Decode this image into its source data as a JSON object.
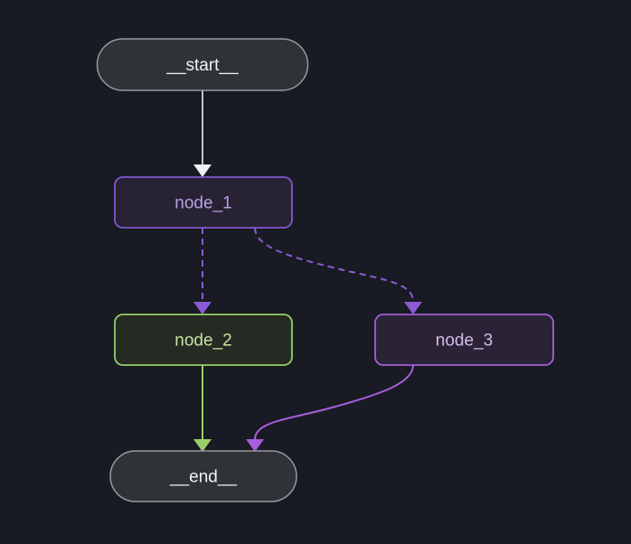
{
  "colors": {
    "background": "#181b23",
    "node-default-fill": "#2f3237",
    "node-default-border": "#97999e",
    "node-default-text": "#f2f3f5",
    "purple-fill": "#272334",
    "purple-border": "#8157d1",
    "purple-text": "#b7a0e3",
    "green-fill": "#252b22",
    "green-border": "#97ce68",
    "green-text": "#c6e4a2",
    "magenta-fill": "#2a2336",
    "magenta-border": "#a65ddb",
    "magenta-text": "#d6bbea",
    "edge-white": "#c2c5c9",
    "arrow-white": "#f1f2f4",
    "edge-purple": "#8b5ad5",
    "edge-green": "#9bce66",
    "edge-magenta": "#a85ddb"
  },
  "diagram": {
    "type": "state-graph",
    "nodes": [
      {
        "id": "__start__",
        "label": "__start__",
        "shape": "pill",
        "style": "default"
      },
      {
        "id": "node_1",
        "label": "node_1",
        "shape": "rect",
        "style": "purple"
      },
      {
        "id": "node_2",
        "label": "node_2",
        "shape": "rect",
        "style": "green"
      },
      {
        "id": "node_3",
        "label": "node_3",
        "shape": "rect",
        "style": "magenta"
      },
      {
        "id": "__end__",
        "label": "__end__",
        "shape": "pill",
        "style": "default"
      }
    ],
    "edges": [
      {
        "from": "__start__",
        "to": "node_1",
        "line": "solid",
        "color": "white"
      },
      {
        "from": "node_1",
        "to": "node_2",
        "line": "dashed",
        "color": "purple"
      },
      {
        "from": "node_1",
        "to": "node_3",
        "line": "dashed",
        "color": "purple"
      },
      {
        "from": "node_2",
        "to": "__end__",
        "line": "solid",
        "color": "green"
      },
      {
        "from": "node_3",
        "to": "__end__",
        "line": "solid",
        "color": "magenta"
      }
    ]
  }
}
